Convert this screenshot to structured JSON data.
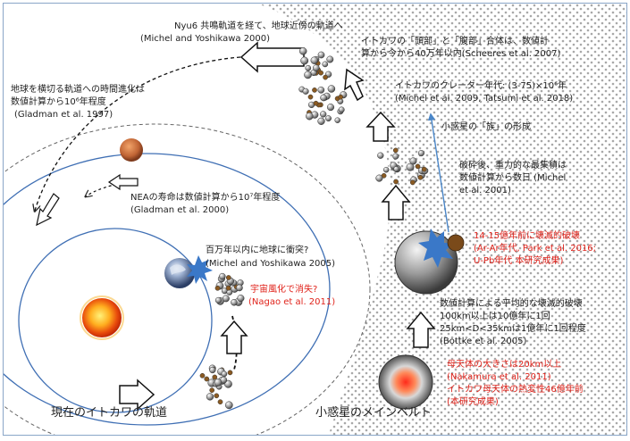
{
  "labels": {
    "nyu6": "Nyu6 共鳴軌道を経て、地球近傍の軌道へ",
    "nyu6_ref": "(Michel and Yoshikawa 2000)",
    "crossing": "地球を横切る軌道への時間進化は",
    "crossing_2": "数値計算から10⁶年程度",
    "crossing_ref": "(Gladman et al. 1997)",
    "nea": "NEAの寿命は数値計算から10⁷年程度",
    "nea_ref": "(Gladman et al. 2000)",
    "impact": "百万年以内に地球に衝突?",
    "impact_ref": "(Michel and Yoshikawa 2005)",
    "weather": "宇宙風化で消失?",
    "weather_ref": "(Nagao et al. 2011)",
    "current_orbit": "現在のイトカワの軌道",
    "main_belt": "小惑星のメインベルト",
    "merge": "イトカワの「頭部」と「腹部」合体は、数値計",
    "merge_2": "算から今から40万年以内(Scheeres et al. 2007)",
    "crater": "イトカワのクレーター年代: (3-75)×10⁶年",
    "crater_ref": "(Michel et al. 2009, Tatsumi et al. 2018)",
    "family": "小惑星の「族」の形成",
    "reaccum": "破砕後、重力的な最集積は",
    "reaccum_2": "数値計算から数日 (Michel",
    "reaccum_3": "et al. 2001)",
    "destroy": "14-15億年前に壊滅的破壊",
    "destroy_2": "(Ar-Ar年代, Park et al. 2016;",
    "destroy_3": "U-Pb年代 本研究成果)",
    "rate": "数値計算による平均的な壊滅的破壊",
    "rate_2": "100km以上は10億年に1回",
    "rate_3": "25km<D<35kmは1億年に1回程度",
    "rate_ref": "(Bottke et al. 2005)",
    "parent": "母天体の大きさは20km以上",
    "parent_ref": "(Nakamura et al. 2011)",
    "parent_2": "イトカワ母天体の熱変性46億年前",
    "parent_3": "(本研究成果)"
  },
  "colors": {
    "annotation_red": "#e0231b",
    "orbit_blue": "#3f6fb4",
    "belt_dots": "#9a9a9a",
    "arrow_blue": "#4a86c8",
    "frame": "#8aa6c8"
  },
  "icons": {
    "sun": "sun-icon",
    "earth": "earth-icon",
    "mars": "mars-icon",
    "parent_body": "parent-body-icon",
    "shattered_body": "shattered-body-icon",
    "rubble_pile": "rubble-pile-icon"
  }
}
